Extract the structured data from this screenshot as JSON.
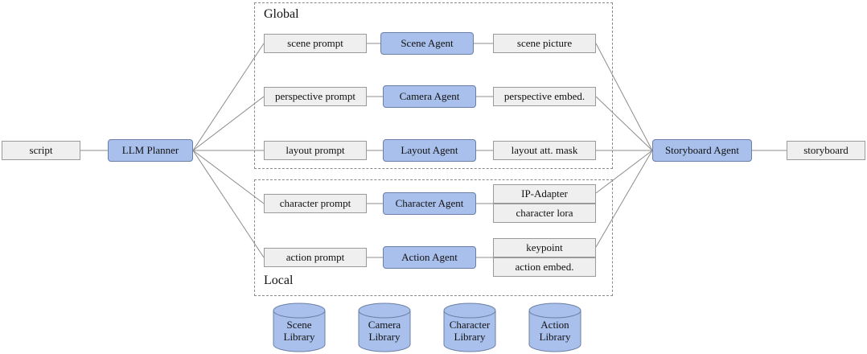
{
  "regions": {
    "global_label": "Global",
    "local_label": "Local"
  },
  "nodes": {
    "script": "script",
    "planner": "LLM Planner",
    "storyboard_agent": "Storyboard Agent",
    "storyboard": "storyboard"
  },
  "rows": {
    "scene": {
      "prompt": "scene prompt",
      "agent": "Scene Agent",
      "output": "scene picture"
    },
    "camera": {
      "prompt": "perspective prompt",
      "agent": "Camera Agent",
      "output": "perspective embed."
    },
    "layout": {
      "prompt": "layout prompt",
      "agent": "Layout Agent",
      "output": "layout att. mask"
    },
    "character": {
      "prompt": "character prompt",
      "agent": "Character Agent",
      "output_top": "IP-Adapter",
      "output_bottom": "character lora"
    },
    "action": {
      "prompt": "action prompt",
      "agent": "Action Agent",
      "output_top": "keypoint",
      "output_bottom": "action embed."
    }
  },
  "libraries": {
    "scene": {
      "line1": "Scene",
      "line2": "Library"
    },
    "camera": {
      "line1": "Camera",
      "line2": "Library"
    },
    "character": {
      "line1": "Character",
      "line2": "Library"
    },
    "action": {
      "line1": "Action",
      "line2": "Library"
    }
  },
  "colors": {
    "agent_fill": "#a9c0ec",
    "plain_fill": "#efefef",
    "line": "#8c8c8c"
  }
}
